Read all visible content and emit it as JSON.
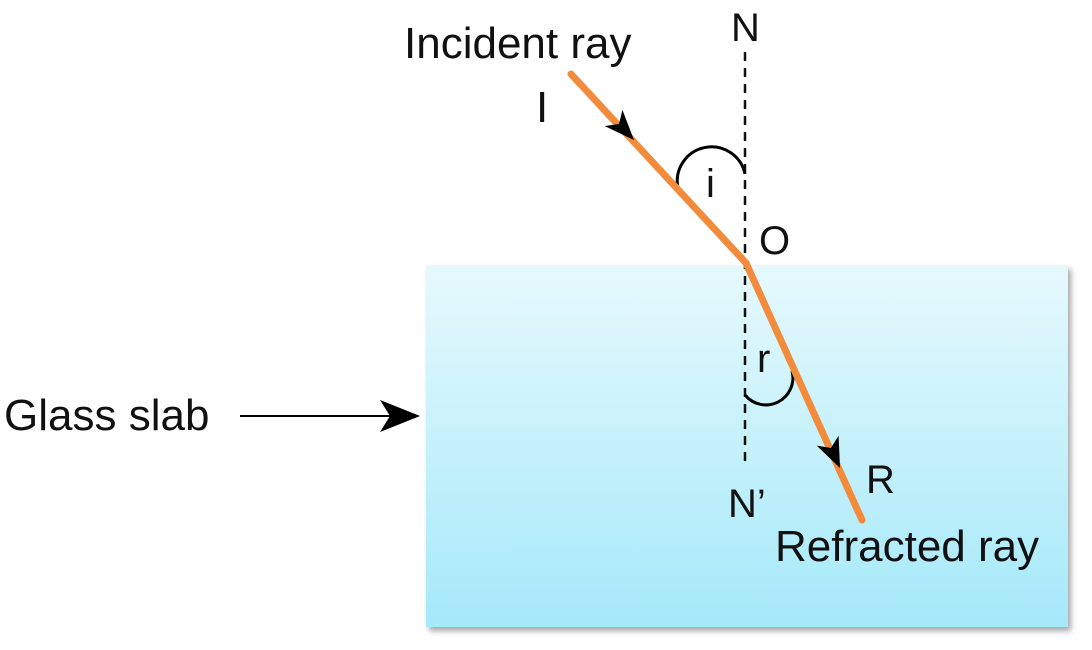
{
  "labels": {
    "incident_ray": "Incident ray",
    "normal_top": "N",
    "normal_bottom": "N’",
    "incident_point": "I",
    "point_of_incidence": "O",
    "angle_of_incidence": "i",
    "angle_of_refraction": "r",
    "refracted_point": "R",
    "refracted_ray": "Refracted ray",
    "glass_slab": "Glass slab"
  },
  "colors": {
    "ray": "#F28C3C",
    "slab_top": "#E6F9FD",
    "slab_bottom": "#A5E9F9",
    "normal_line": "#111111",
    "arrow": "#000000"
  },
  "icons": {
    "direction_arrow": "arrowhead-icon"
  }
}
